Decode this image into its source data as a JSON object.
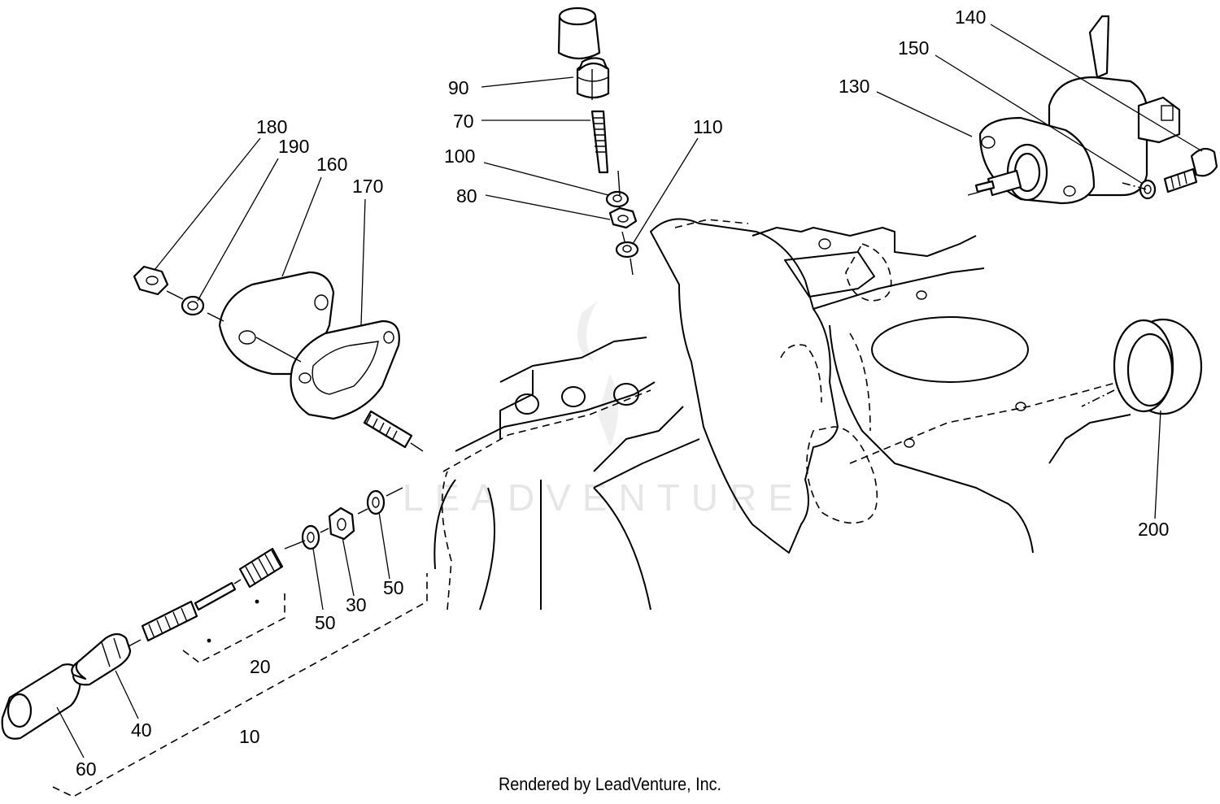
{
  "diagram": {
    "callouts": [
      {
        "id": "p10",
        "label": "10"
      },
      {
        "id": "p20",
        "label": "20"
      },
      {
        "id": "p30",
        "label": "30"
      },
      {
        "id": "p40",
        "label": "40"
      },
      {
        "id": "p50a",
        "label": "50"
      },
      {
        "id": "p50b",
        "label": "50"
      },
      {
        "id": "p60",
        "label": "60"
      },
      {
        "id": "p70",
        "label": "70"
      },
      {
        "id": "p80",
        "label": "80"
      },
      {
        "id": "p90",
        "label": "90"
      },
      {
        "id": "p100",
        "label": "100"
      },
      {
        "id": "p110",
        "label": "110"
      },
      {
        "id": "p130",
        "label": "130"
      },
      {
        "id": "p140",
        "label": "140"
      },
      {
        "id": "p150",
        "label": "150"
      },
      {
        "id": "p160",
        "label": "160"
      },
      {
        "id": "p170",
        "label": "170"
      },
      {
        "id": "p180",
        "label": "180"
      },
      {
        "id": "p190",
        "label": "190"
      },
      {
        "id": "p200",
        "label": "200"
      }
    ],
    "watermark": "LEADVENTURE",
    "footer": "Rendered by LeadVenture, Inc."
  }
}
